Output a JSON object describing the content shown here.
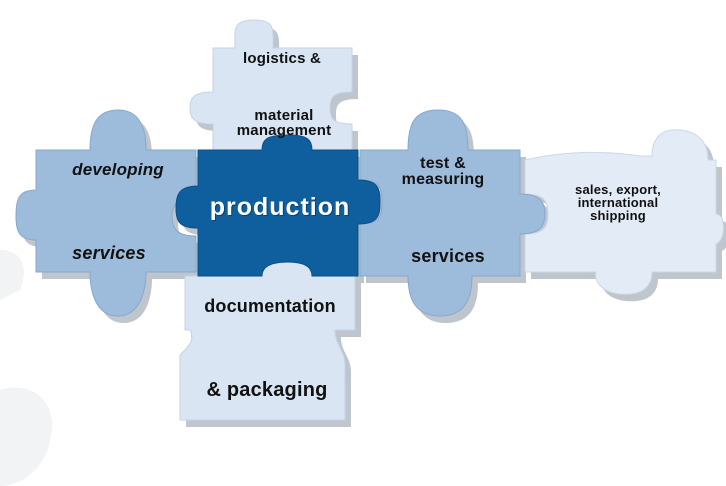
{
  "pieces": {
    "logistics": {
      "top_label": "logistics &",
      "bottom_label": "material\nmanagement"
    },
    "developing": {
      "top_label": "developing",
      "bottom_label": "services"
    },
    "production": {
      "label": "production"
    },
    "documentation": {
      "top_label": "documentation",
      "bottom_label": "& packaging"
    },
    "test": {
      "top_label": "test &\nmeasuring",
      "bottom_label": "services"
    },
    "sales": {
      "label": "sales, export,\ninternational\nshipping"
    }
  },
  "colors": {
    "light_piece": "#d9e5f3",
    "mid_piece": "#9dbcdc",
    "dark_piece": "#0f5f9e",
    "shadow": "#8a97a6",
    "label": "#111111",
    "label_on_dark": "#ffffff"
  }
}
